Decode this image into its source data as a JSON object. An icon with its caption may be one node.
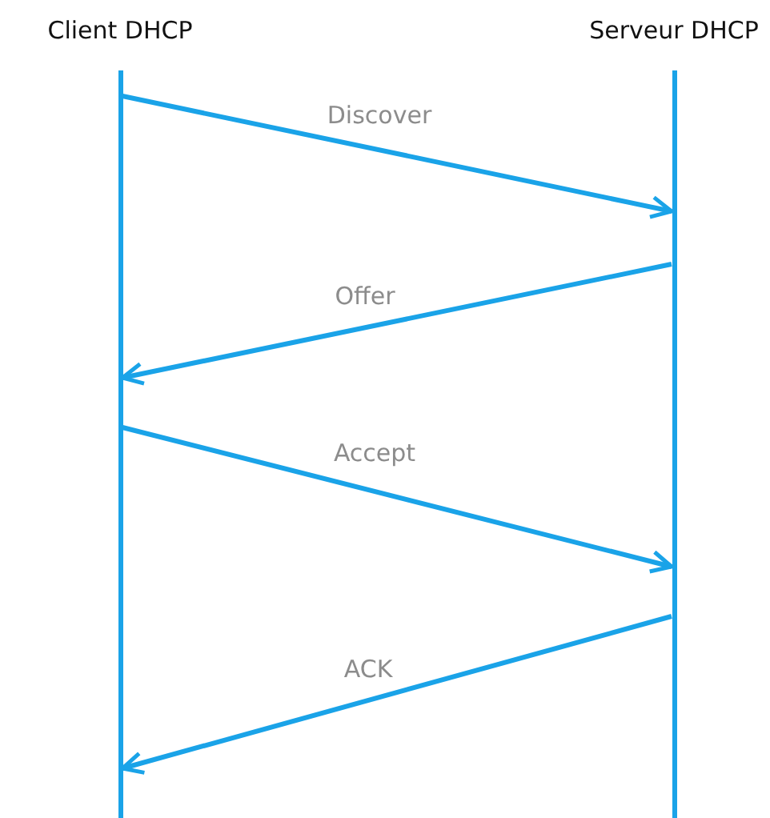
{
  "diagram": {
    "nodes": [
      {
        "text": [
          "Client DHCP"
        ]
      },
      {
        "text": [
          "Serveur DHCP"
        ]
      }
    ],
    "edges": [
      {
        "from": 0,
        "to": 1,
        "arrow": "to",
        "label": "Discover"
      },
      {
        "from": 1,
        "to": 0,
        "arrow": "to",
        "label": "Offer"
      },
      {
        "from": 0,
        "to": 1,
        "arrow": "to",
        "label": "Accept"
      },
      {
        "from": 1,
        "to": 0,
        "arrow": "to",
        "label": "ACK"
      }
    ]
  }
}
